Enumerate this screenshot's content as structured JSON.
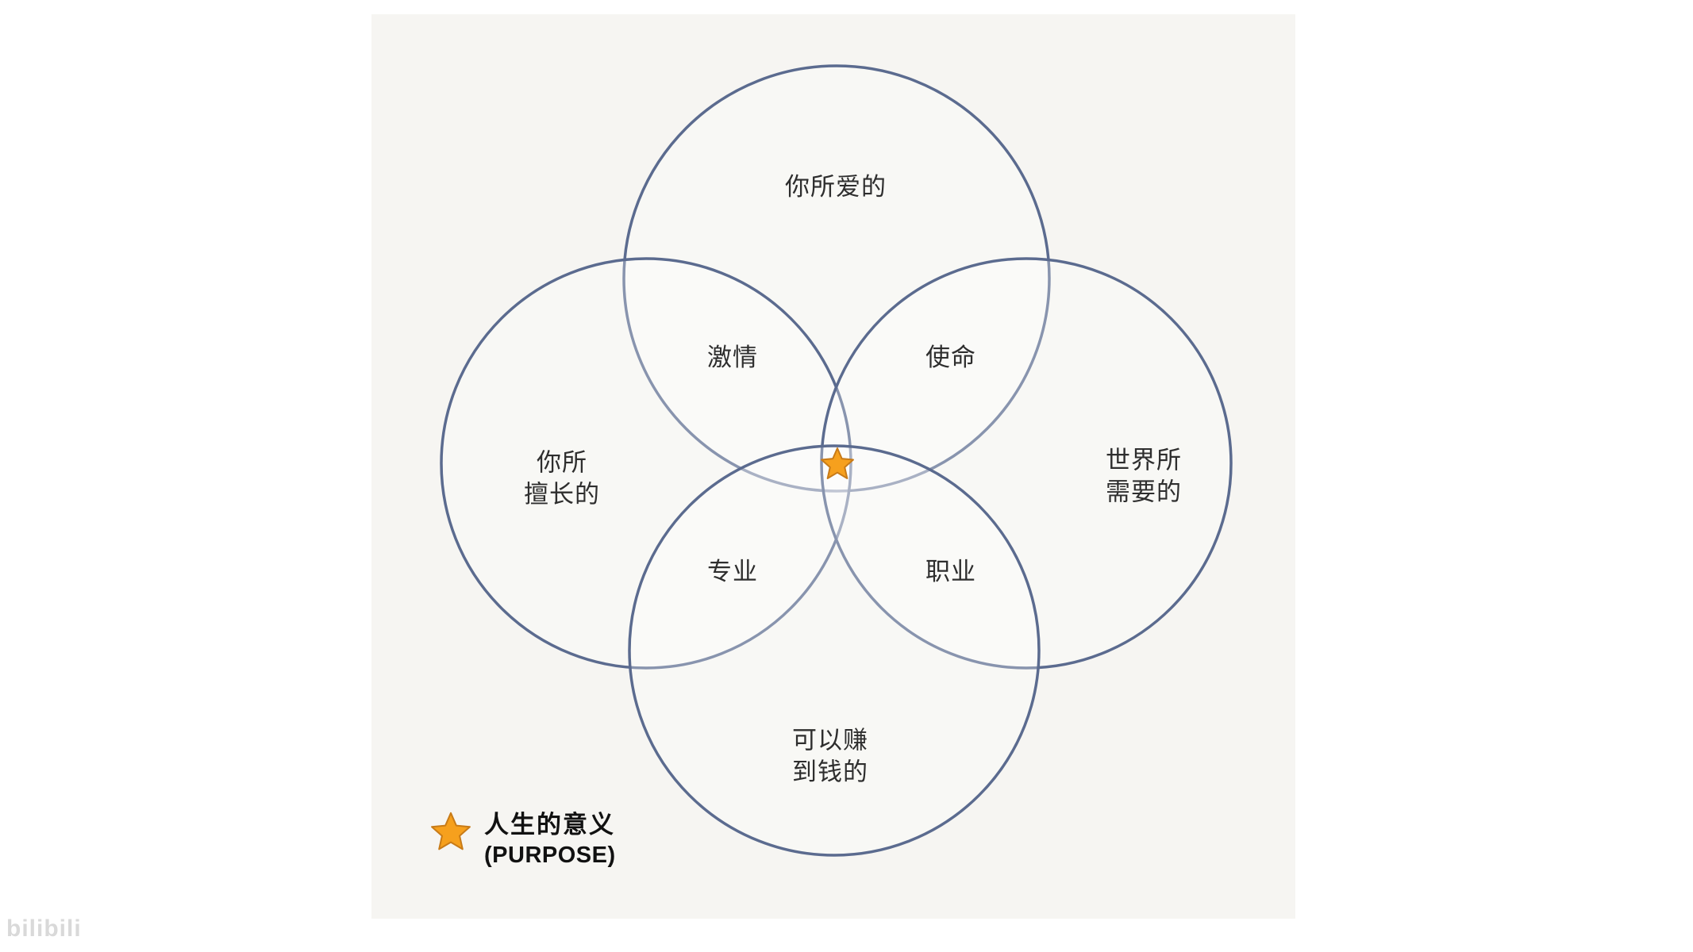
{
  "diagram": {
    "circles": {
      "love": {
        "label": "你所爱的"
      },
      "good_at": {
        "label": "你所\n擅长的"
      },
      "world_needs": {
        "label": "世界所\n需要的"
      },
      "paid_for": {
        "label": "可以赚\n到钱的"
      }
    },
    "intersections": {
      "passion": {
        "label": "激情"
      },
      "mission": {
        "label": "使命"
      },
      "profession": {
        "label": "专业"
      },
      "vocation": {
        "label": "职业"
      }
    },
    "legend": {
      "line1": "人生的意义",
      "line2": "(PURPOSE)"
    }
  },
  "watermark": {
    "text": "bilibili"
  },
  "theme": {
    "page_bg": "#ffffff",
    "panel_bg": "#f6f5f2",
    "circle_stroke": "#5b6b8f",
    "text_color": "#2e2e2e",
    "star_fill": "#f6a01d",
    "star_stroke": "#c87b18",
    "watermark_color": "#d9d9d9"
  }
}
